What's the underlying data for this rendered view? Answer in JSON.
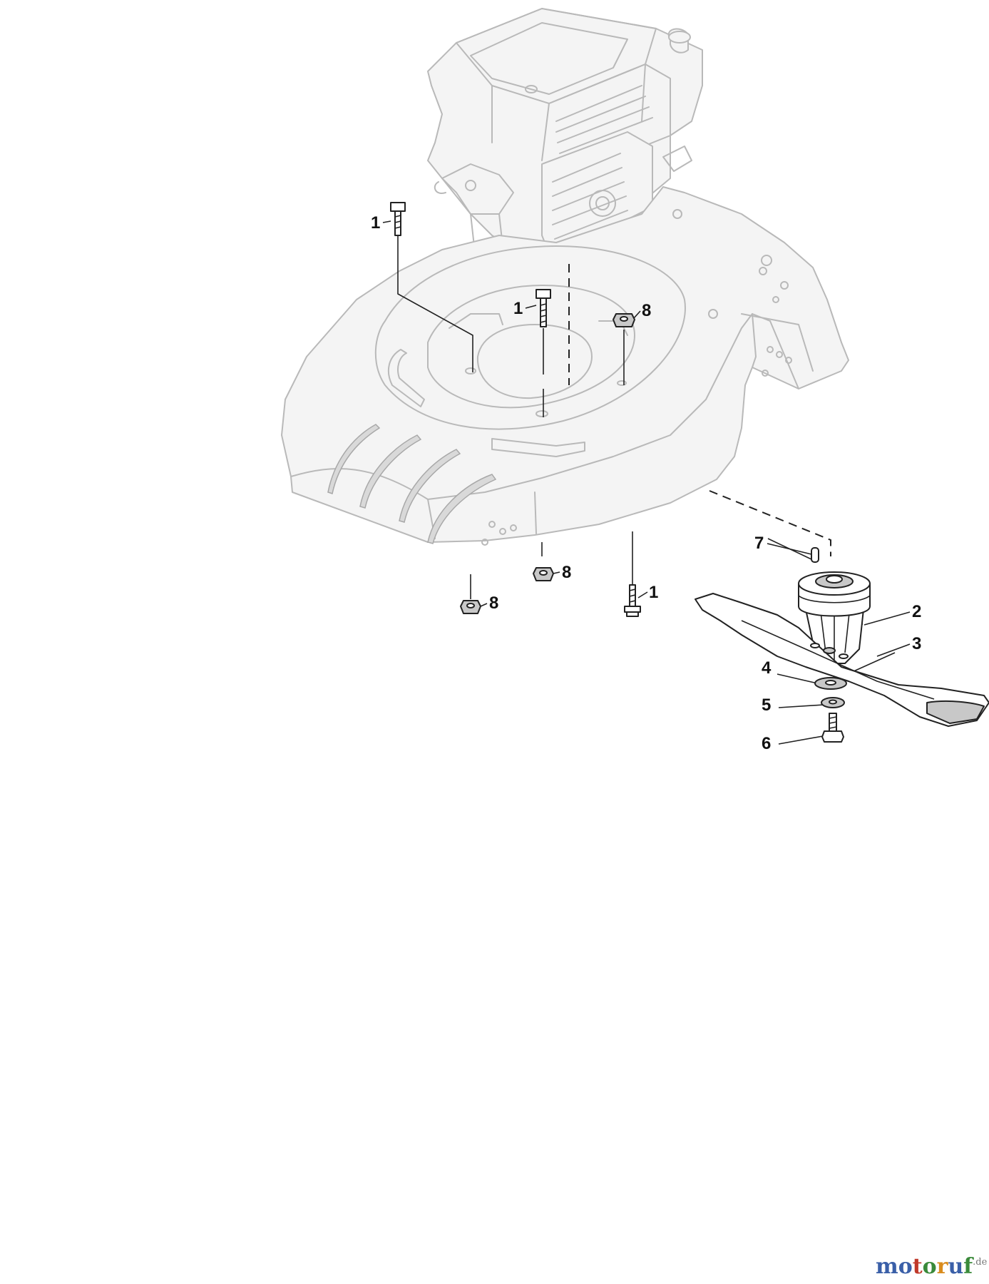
{
  "callouts": [
    {
      "id": "c1a",
      "label": "1"
    },
    {
      "id": "c1b",
      "label": "1"
    },
    {
      "id": "c8a",
      "label": "8"
    },
    {
      "id": "c7",
      "label": "7"
    },
    {
      "id": "c8b",
      "label": "8"
    },
    {
      "id": "c8c",
      "label": "8"
    },
    {
      "id": "c1c",
      "label": "1"
    },
    {
      "id": "c2",
      "label": "2"
    },
    {
      "id": "c3",
      "label": "3"
    },
    {
      "id": "c4",
      "label": "4"
    },
    {
      "id": "c5",
      "label": "5"
    },
    {
      "id": "c6",
      "label": "6"
    }
  ],
  "watermark": {
    "brand": "motoruf",
    "suffix": ".de",
    "colors": [
      "#3a5fa8",
      "#3a5fa8",
      "#c0392b",
      "#3a8a3a",
      "#d98c1e",
      "#3a5fa8",
      "#3a8a3a"
    ]
  },
  "colors": {
    "line": "#222222",
    "ghost_outline": "#b9b9b9",
    "background": "#ffffff"
  }
}
